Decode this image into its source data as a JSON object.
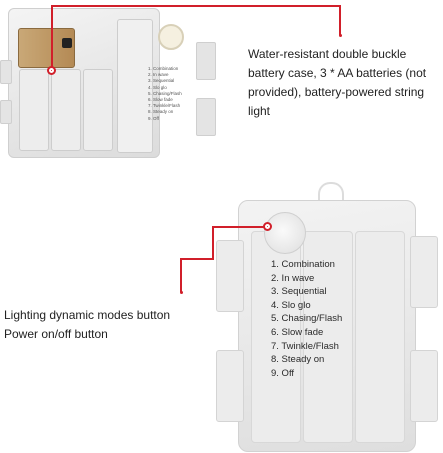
{
  "callouts": {
    "top": "Water-resistant double buckle battery case, 3 * AA batteries (not provided), battery-powered string light",
    "bottom_line1": "Lighting dynamic modes button",
    "bottom_line2": "Power on/off button"
  },
  "modes_list": [
    "1. Combination",
    "2. In wave",
    "3. Sequential",
    "4. Slo glo",
    "5. Chasing/Flash",
    "6. Slow fade",
    "7. Twinkle/Flash",
    "8. Steady on",
    "9. Off"
  ],
  "mini_modes_list": [
    "1. Combination",
    "2. In wave",
    "3. Sequential",
    "4. Slo glo",
    "5. Chasing/Flash",
    "6. Slow fade",
    "7. Twinkle/Flash",
    "8. Steady on",
    "9. Off"
  ],
  "colors": {
    "callout_accent": "#d11f2a",
    "case_plastic": "#e8e8e8"
  }
}
